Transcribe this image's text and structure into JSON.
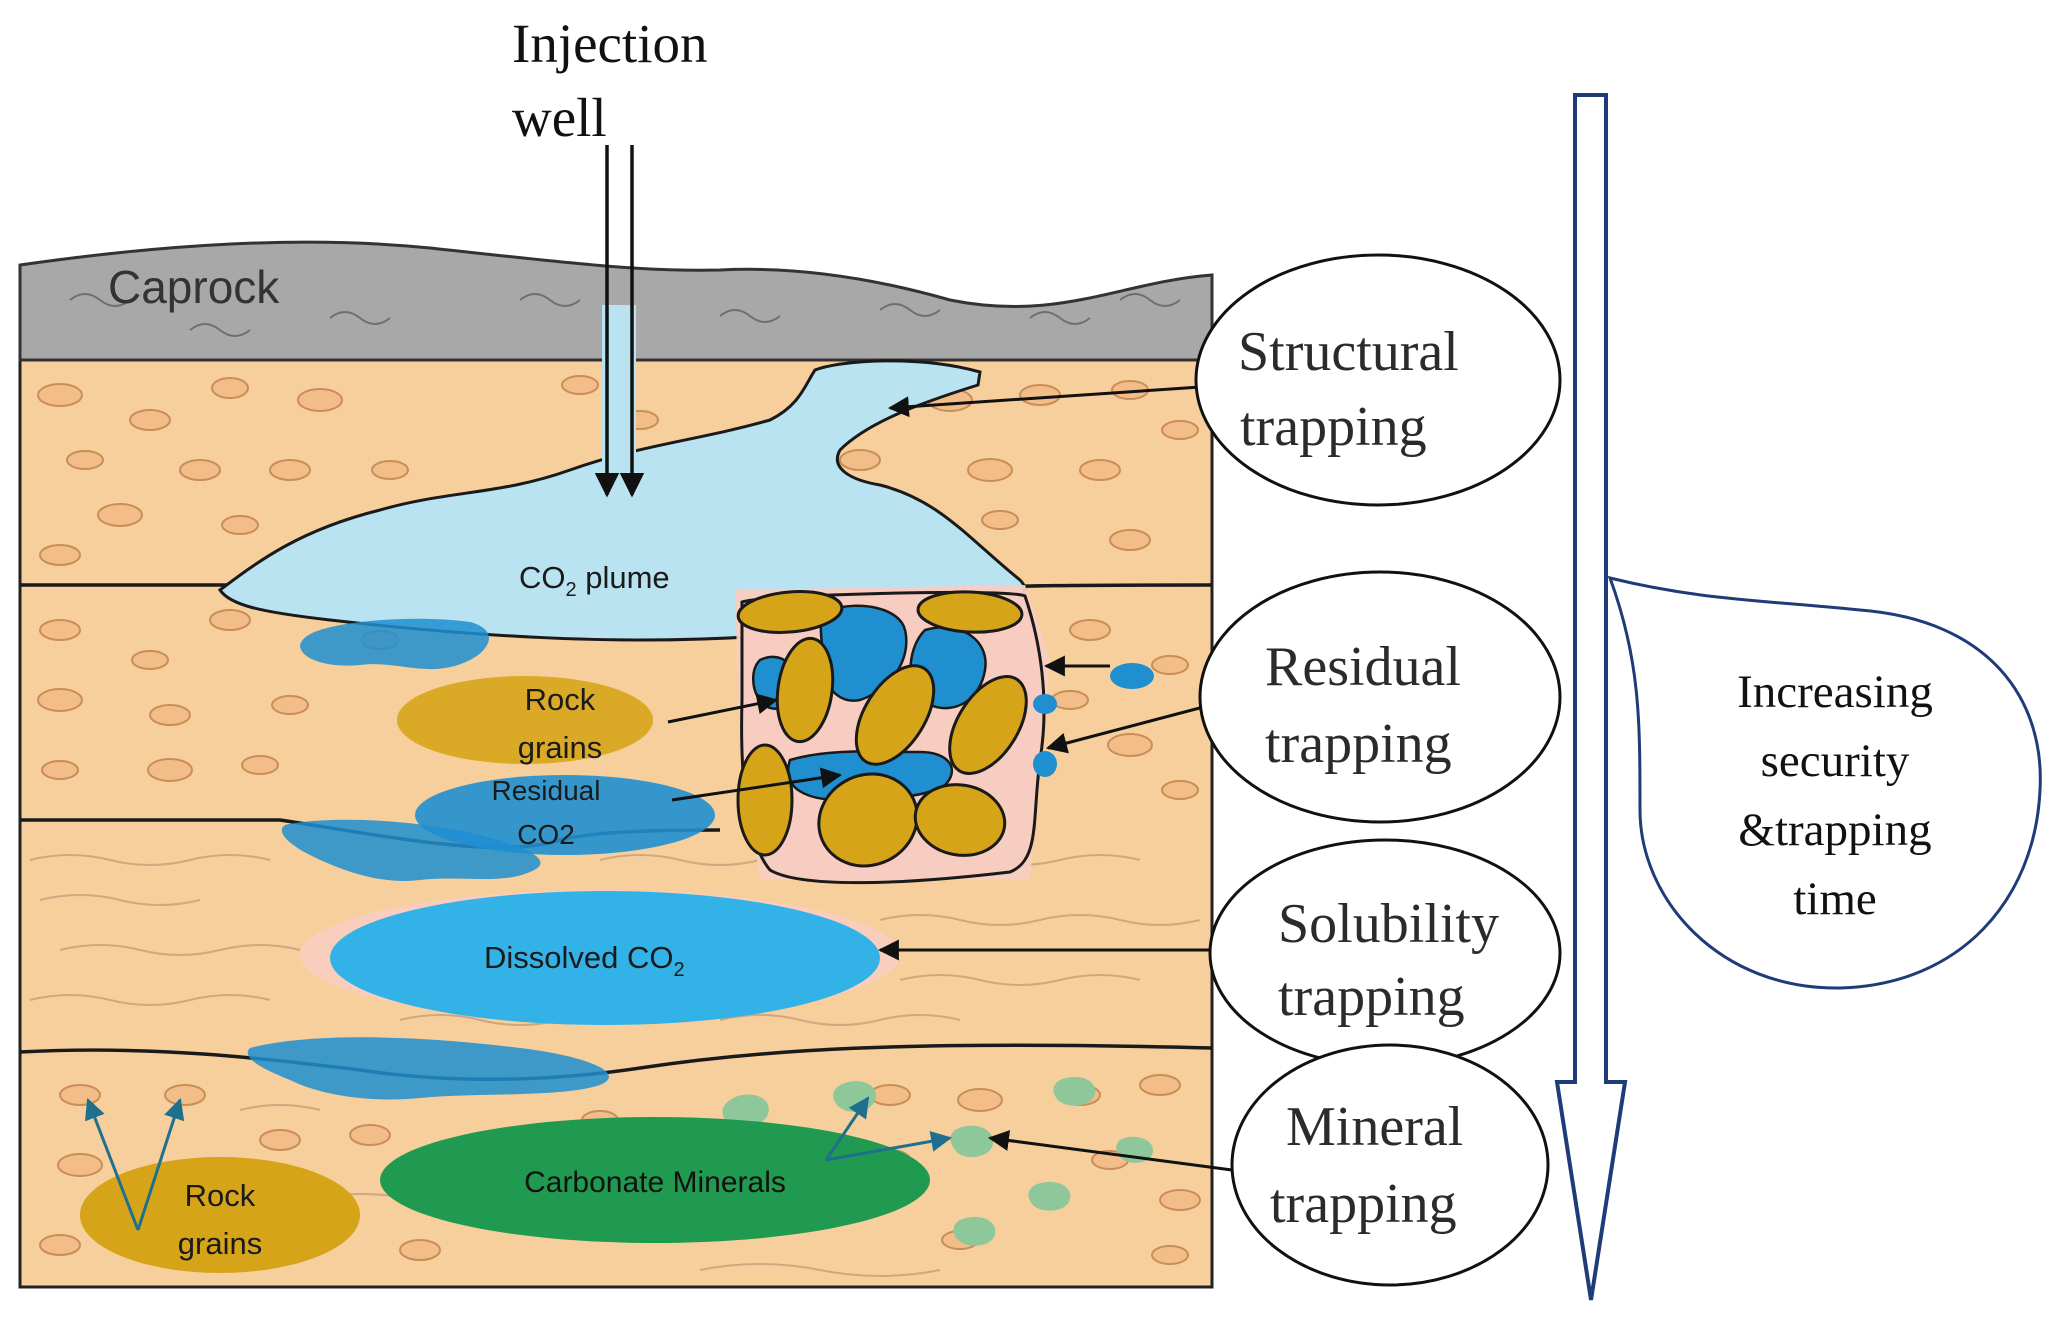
{
  "injection_well": {
    "line1": "Injection",
    "line2": "well"
  },
  "layers": {
    "caprock": "Caprock"
  },
  "inner_labels": {
    "plume": {
      "main": "CO",
      "sub": "2",
      "tail": " plume"
    },
    "rock_grains_top": {
      "line1": "Rock",
      "line2": "grains"
    },
    "residual_co2": {
      "line1": "Residual",
      "line2": "CO2"
    },
    "dissolved": {
      "main": "Dissolved CO",
      "sub": "2"
    },
    "carbonate": "Carbonate Minerals",
    "rock_grains_bottom": {
      "line1": "Rock",
      "line2": "grains"
    }
  },
  "mechanisms": [
    {
      "line1": "Structural",
      "line2": "trapping"
    },
    {
      "line1": "Residual",
      "line2": "trapping"
    },
    {
      "line1": "Solubility",
      "line2": "trapping"
    },
    {
      "line1": "Mineral",
      "line2": "trapping"
    }
  ],
  "callout": {
    "line1": "Increasing",
    "line2": "security",
    "line3": "&trapping",
    "line4": "time"
  },
  "colors": {
    "sandstone": "#f7cf9c",
    "grain": "#f3bd8a",
    "caprock": "#a8a8a8",
    "plume": "#b9e3f1",
    "residual_blue": "#1f8fd0",
    "dissolved_blue": "#33b2e8",
    "rock_grain_gold": "#d6a418",
    "carbonate_green": "#1f9a50",
    "mineral_green": "#8ec79a",
    "pore_pink": "#f8cdc1",
    "arrow_navy": "#1f3c78",
    "teal_arrow": "#1f6f8f"
  }
}
